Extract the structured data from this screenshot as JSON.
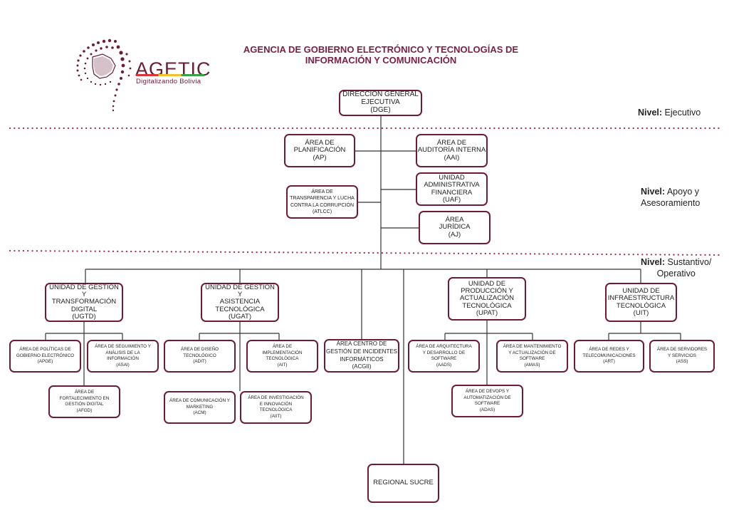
{
  "header": {
    "title_line1": "AGENCIA DE GOBIERNO ELECTRÓNICO Y TECNOLOGÍAS DE",
    "title_line2": "INFORMACIÓN Y COMUNICACIÓN"
  },
  "logo": {
    "name": "AGETIC",
    "tagline": "Digitalizando Bolivia",
    "icon": "dotted-spiral-bolivia-map-icon"
  },
  "colors": {
    "accent": "#6d1b37",
    "title": "#7a1f45",
    "divider": "#a0294f",
    "connector": "#333333"
  },
  "levels": {
    "ejecutivo": {
      "label": "Nivel:",
      "value": "Ejecutivo"
    },
    "apoyo": {
      "label": "Nivel:",
      "value": "Apoyo y\nAsesoramiento"
    },
    "sustantivo": {
      "label": "Nivel:",
      "value": "Sustantivo/\nOperativo"
    }
  },
  "units": {
    "dge": "DIRECCIÓN GENERAL\nEJECUTIVA\n(DGE)",
    "ap": "ÁREA DE\nPLANIFICACIÓN\n(AP)",
    "aai": "ÁREA DE\nAUDITORÍA INTERNA\n(AAI)",
    "atlcc": "ÁREA DE\nTRANSPARENCIA Y LUCHA\nCONTRA LA CORRUPCIÓN\n(ATLCC)",
    "uaf": "UNIDAD\nADMINISTRATIVA\nFINANCIERA\n(UAF)",
    "aj": "ÁREA\nJURÍDICA\n(AJ)",
    "ugtd": "UNIDAD DE GESTIÓN Y\nTRANSFORMACIÓN\nDIGITAL\n(UGTD)",
    "ugat": "UNIDAD DE GESTIÓN Y\nASISTENCIA\nTECNOLÓGICA\n(UGAT)",
    "upat": "UNIDAD DE\nPRODUCCIÓN Y\nACTUALIZACIÓN\nTECNOLÓGICA\n(UPAT)",
    "uit": "UNIDAD DE\nINFRAESTRUCTURA\nTECNOLÓGICA\n(UIT)",
    "apge": "ÁREA DE POLÍTICAS DE\nGOBIERNO ELECTRÓNICO\n(APGE)",
    "asai": "ÁREA DE SEGUIMIENTO Y\nANÁLISIS DE LA\nINFORMACIÓN\n(ASAI)",
    "afgd": "ÁREA DE\nFORTALECIMIENTO EN\nGESTIÓN DIGITAL\n(AFGD)",
    "adit": "ÁREA DE DISEÑO\nTECNOLÓGICO\n(ADIT)",
    "ait": "ÁREA DE\nIMPLEMENTACIÓN\nTECNOLÓGICA\n(AIT)",
    "acm": "ÁREA DE COMUNICACIÓN Y\nMARKETING\n(ACM)",
    "aiit": "ÁREA DE INVESTIGACIÓN\nE INNOVACIÓN\nTECNOLÓGICA\n(AIIT)",
    "acgii": "ÁREA CENTRO DE\nGESTIÓN DE INCIDENTES\nINFORMÁTICOS\n(ACGII)",
    "aads": "ÁREA DE ARQUITECTURA\nY DESARROLLO DE\nSOFTWARE\n(AADS)",
    "amas": "ÁREA DE MANTENIMIENTO\nY ACTUALIZACIÓN DE\nSOFTWARE\n(AMAS)",
    "adas": "ÁREA DE DEVOPS Y\nAUTOMATIZACIÓN DE\nSOFTWARE\n(ADAS)",
    "art": "ÁREA DE REDES Y\nTELECOMUNICACIONES\n(ART)",
    "ass": "ÁREA DE SERVIDORES\nY SERVICIOS\n(ASS)",
    "sucre": "REGIONAL SUCRE"
  }
}
